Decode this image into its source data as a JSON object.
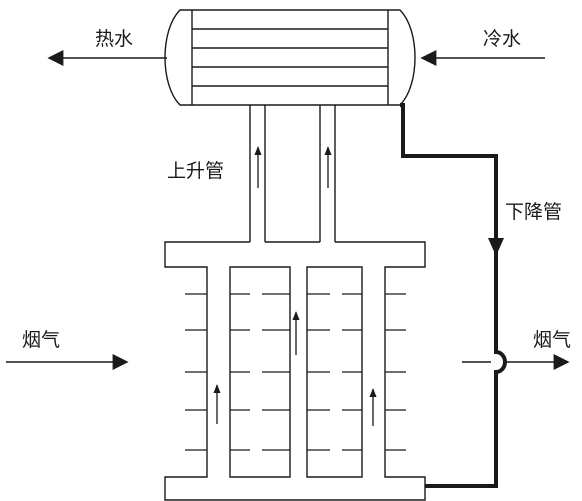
{
  "labels": {
    "hot_water": "热水",
    "cold_water": "冷水",
    "riser": "上升管",
    "downcomer": "下降管",
    "flue_gas_in": "烟气",
    "flue_gas_out": "烟气"
  },
  "colors": {
    "stroke": "#1a1a1a",
    "background": "#ffffff"
  }
}
